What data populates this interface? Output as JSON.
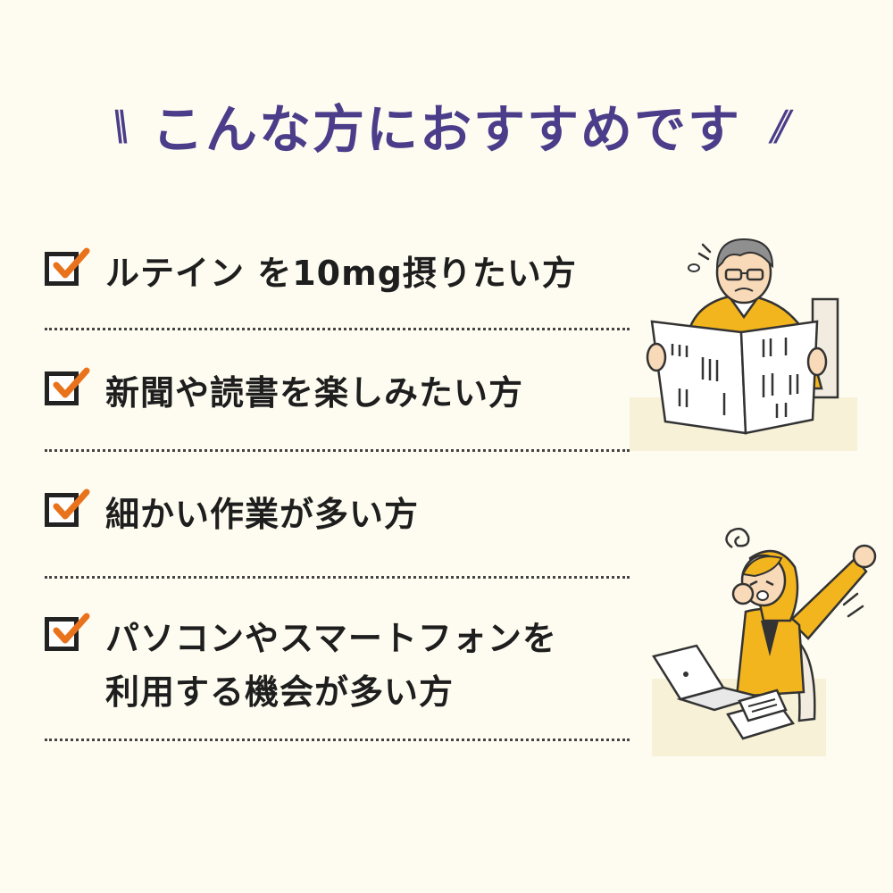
{
  "heading": {
    "left_mark": "\\\\",
    "title": "こんな方におすすめです",
    "right_mark": "//"
  },
  "items": [
    {
      "lines": [
        "ルテイン を10mg摂りたい方"
      ]
    },
    {
      "lines": [
        "新聞や読書を楽しみたい方"
      ]
    },
    {
      "lines": [
        "細かい作業が多い方"
      ]
    },
    {
      "lines": [
        "パソコンやスマートフォンを",
        "利用する機会が多い方"
      ]
    }
  ],
  "colors": {
    "background": "#fefcf0",
    "heading": "#4b3d8a",
    "check": "#e8731c",
    "text": "#1e1e1e"
  },
  "icons": {
    "check": "checkmark-icon",
    "illustration_1": "man-reading-newspaper-illustration",
    "illustration_2": "woman-stretching-at-laptop-illustration"
  }
}
